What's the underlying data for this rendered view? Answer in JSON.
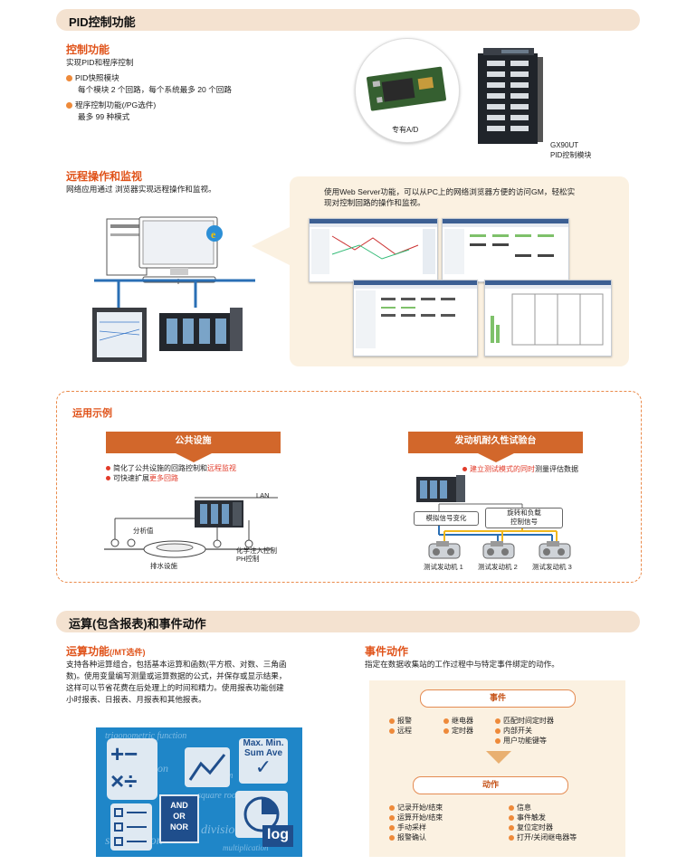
{
  "sections": {
    "pid": {
      "title": "PID控制功能"
    },
    "calc": {
      "title": "运算(包含报表)和事件动作"
    }
  },
  "control": {
    "heading": "控制功能",
    "intro": "实现PID和程序控制",
    "items": [
      {
        "label": "PID快照模块",
        "detail": "每个模块 2 个回路，每个系统最多 20 个回路"
      },
      {
        "label": "程序控制功能(/PG选件)",
        "detail": "最多 99 种模式"
      }
    ],
    "ad_caption": "专有A/D",
    "module_caption_1": "GX90UT",
    "module_caption_2": "PID控制模块"
  },
  "remote": {
    "heading": "远程操作和监视",
    "desc": "网络应用通过 浏览器实现远程操作和监视。",
    "callout_line1": "使用Web Server功能，可以从PC上的网络浏览器方便的访问GM，轻松实",
    "callout_line2": "现对控制回路的操作和监视。"
  },
  "examples": {
    "heading": "运用示例",
    "left": {
      "banner": "公共设施",
      "b1_pre": "简化了公共设施的回路控制和",
      "b1_red": "远程监视",
      "b2_pre": "可快速扩展",
      "b2_red": "更多回路",
      "lan": "LAN",
      "analysis": "分析值",
      "chem": "化学注入控制",
      "ph": "PH控制",
      "drain": "排水设施"
    },
    "right": {
      "banner": "发动机耐久性试验台",
      "b1_red": "建立测试模式的同时",
      "b1_post": "测量评估数据",
      "analog": "模拟信号变化",
      "rot1": "旋转和负载",
      "rot2": "控制信号",
      "engines": [
        "测试发动机 1",
        "测试发动机 2",
        "测试发动机 3"
      ]
    }
  },
  "calcfn": {
    "heading": "运算功能",
    "heading_sub": "(/MT选件)",
    "lines": [
      "支持各种运算组合，包括基本运算和函数(平方根、对数、三角函",
      "数)。使用变量编写测量或运算数据的公式，并保存或显示结果，",
      "这样可以节省花费在后处理上的时间和精力。使用报表功能创建",
      "小时报表、日报表、月报表和其他报表。"
    ],
    "pic_words": {
      "w1": "trigonometric function",
      "w2": "addition",
      "w3": "logarithm",
      "w4": "square root",
      "w5": "division",
      "w6": "subtraction",
      "w7": "multiplication",
      "maxmin": "Max. Min.",
      "sumave": "Sum Ave",
      "and": "AND",
      "or": "OR",
      "nor": "NOR",
      "log": "log"
    }
  },
  "eventfn": {
    "heading": "事件动作",
    "desc": "指定在数据收集站的工作过程中与特定事件绑定的动作。",
    "event_label": "事件",
    "events_col1": [
      "报警",
      "远程"
    ],
    "events_col2": [
      "继电器",
      "定时器"
    ],
    "events_col3": [
      "匹配时间定时器",
      "内部开关",
      "用户功能键等"
    ],
    "action_label": "动作",
    "actions_col1": [
      "记录开始/结束",
      "运算开始/结束",
      "手动采样",
      "报警确认"
    ],
    "actions_col2": [
      "信息",
      "事件触发",
      "复位定时器",
      "打开/关闭继电器等"
    ]
  }
}
